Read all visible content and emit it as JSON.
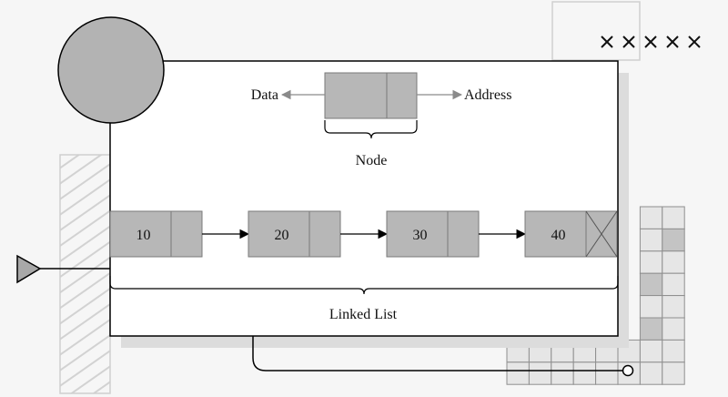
{
  "node_legend": {
    "data_label": "Data",
    "address_label": "Address",
    "node_label": "Node"
  },
  "linked_list": {
    "values": [
      "10",
      "20",
      "30",
      "40"
    ],
    "label": "Linked List"
  },
  "colors": {
    "node_fill": "#b7b7b7",
    "node_stroke": "#7a7a7a",
    "outline": "#000000",
    "grey_arrow": "#8a8a8a",
    "decor_stroke": "#c8c8c8",
    "shadow": "#dcdcdc"
  }
}
